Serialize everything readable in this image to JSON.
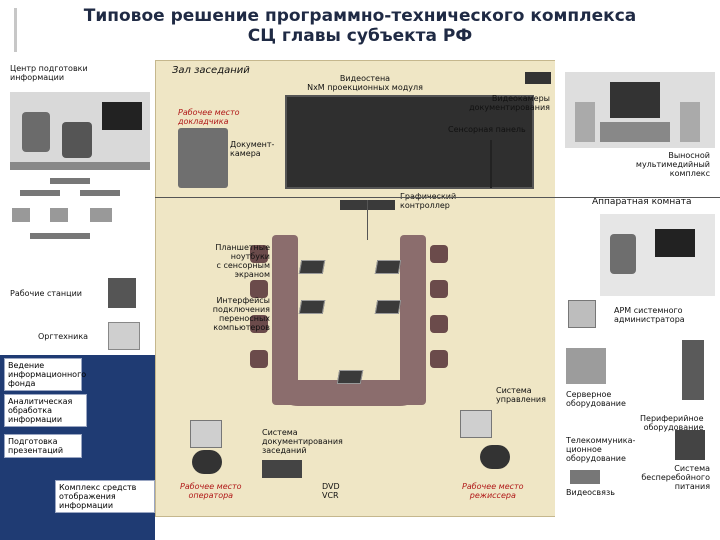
{
  "title": {
    "line1": "Типовое решение программно-технического комплекса",
    "line2": "СЦ главы субъекта РФ"
  },
  "left": {
    "center_label": "Центр подготовки\nинформации",
    "workstations": "Рабочие станции",
    "orgtech": "Оргтехника",
    "items": [
      "Ведение информационного фонда",
      "Аналитическая обработка информации",
      "Подготовка презентаций",
      "Комплекс средств отображения информации"
    ]
  },
  "hall": {
    "label": "Зал заседаний",
    "videowall": "Видеостена\nNxM проекционных модуля",
    "doc_cameras": "Видеокамеры\nдокументирования",
    "touch_panel": "Сенсорная панель",
    "speaker_place": "Рабочее место\nдокладчика",
    "doc_camera": "Документ-\nкамера",
    "graphic_controller": "Графический\nконтроллер",
    "tablets": "Планшетные\nноутбуки\nс сенсорным\nэкраном",
    "laptop_ifaces": "Интерфейсы\nподключения\nпереносных\nкомпьютеров",
    "control_system": "Система\nуправления",
    "doc_system": "Система\nдокументирования\nзаседаний",
    "operator_place": "Рабочее место\nоператора",
    "dvd": "DVD\nVCR",
    "director_place": "Рабочее место\nрежиссера"
  },
  "right": {
    "mobile_complex": "Выносной\nмультимедийный\nкомплекс",
    "hardware_room": "Аппаратная комната",
    "admin_arm": "АРМ системного\nадминистратора",
    "server": "Серверное\nоборудование",
    "peripheral": "Периферийное\nоборудование",
    "telecom": "Телекоммуника-\nционное\nоборудование",
    "ups": "Система\nбесперебойного\nпитания",
    "videolink": "Видеосвязь"
  }
}
